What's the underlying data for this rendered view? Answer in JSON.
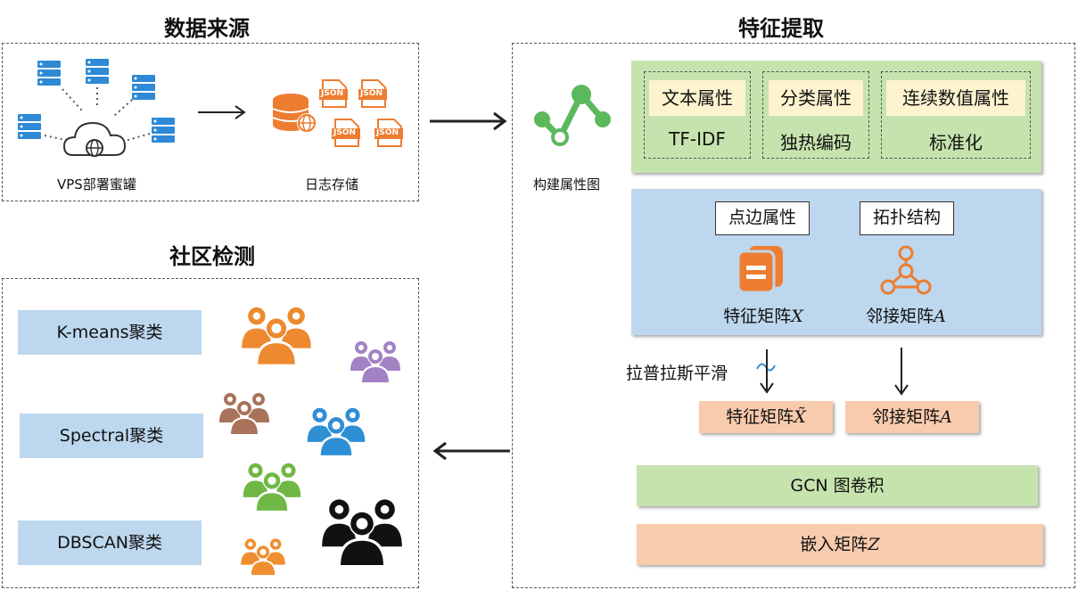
{
  "sections": {
    "data_source": "数据来源",
    "feature_extraction": "特征提取",
    "community_detection": "社区检测"
  },
  "data_source": {
    "vps_label": "VPS部署蜜罐",
    "log_label": "日志存储",
    "json_badge": "JSON"
  },
  "feature": {
    "build_graph": "构建属性图",
    "attrs": [
      {
        "name": "文本属性",
        "method": "TF-IDF"
      },
      {
        "name": "分类属性",
        "method": "独热编码"
      },
      {
        "name": "连续数值属性",
        "method": "标准化"
      }
    ],
    "node_edge_attr": "点边属性",
    "topology": "拓扑结构",
    "feature_matrix": "特征矩阵",
    "feature_symbol": "X",
    "adjacency_matrix": "邻接矩阵",
    "adjacency_symbol": "A",
    "laplacian": "拉普拉斯平滑",
    "feature_matrix_smoothed": "特征矩阵",
    "feature_symbol_tilde": "X̃",
    "adjacency_matrix_2": "邻接矩阵",
    "gcn": "GCN 图卷积",
    "embedding": "嵌入矩阵",
    "embedding_symbol": "Z"
  },
  "community": {
    "algorithms": [
      "K-means聚类",
      "Spectral聚类",
      "DBSCAN聚类"
    ]
  },
  "colors": {
    "green_icon": "#5cb85c",
    "orange_icon": "#ed7d31",
    "blue_icon": "#3a8fd8",
    "groups": [
      "#ed8a2f",
      "#a382c4",
      "#a8735a",
      "#2f8fd5",
      "#6fb845",
      "#111111",
      "#ef8e2f"
    ]
  }
}
